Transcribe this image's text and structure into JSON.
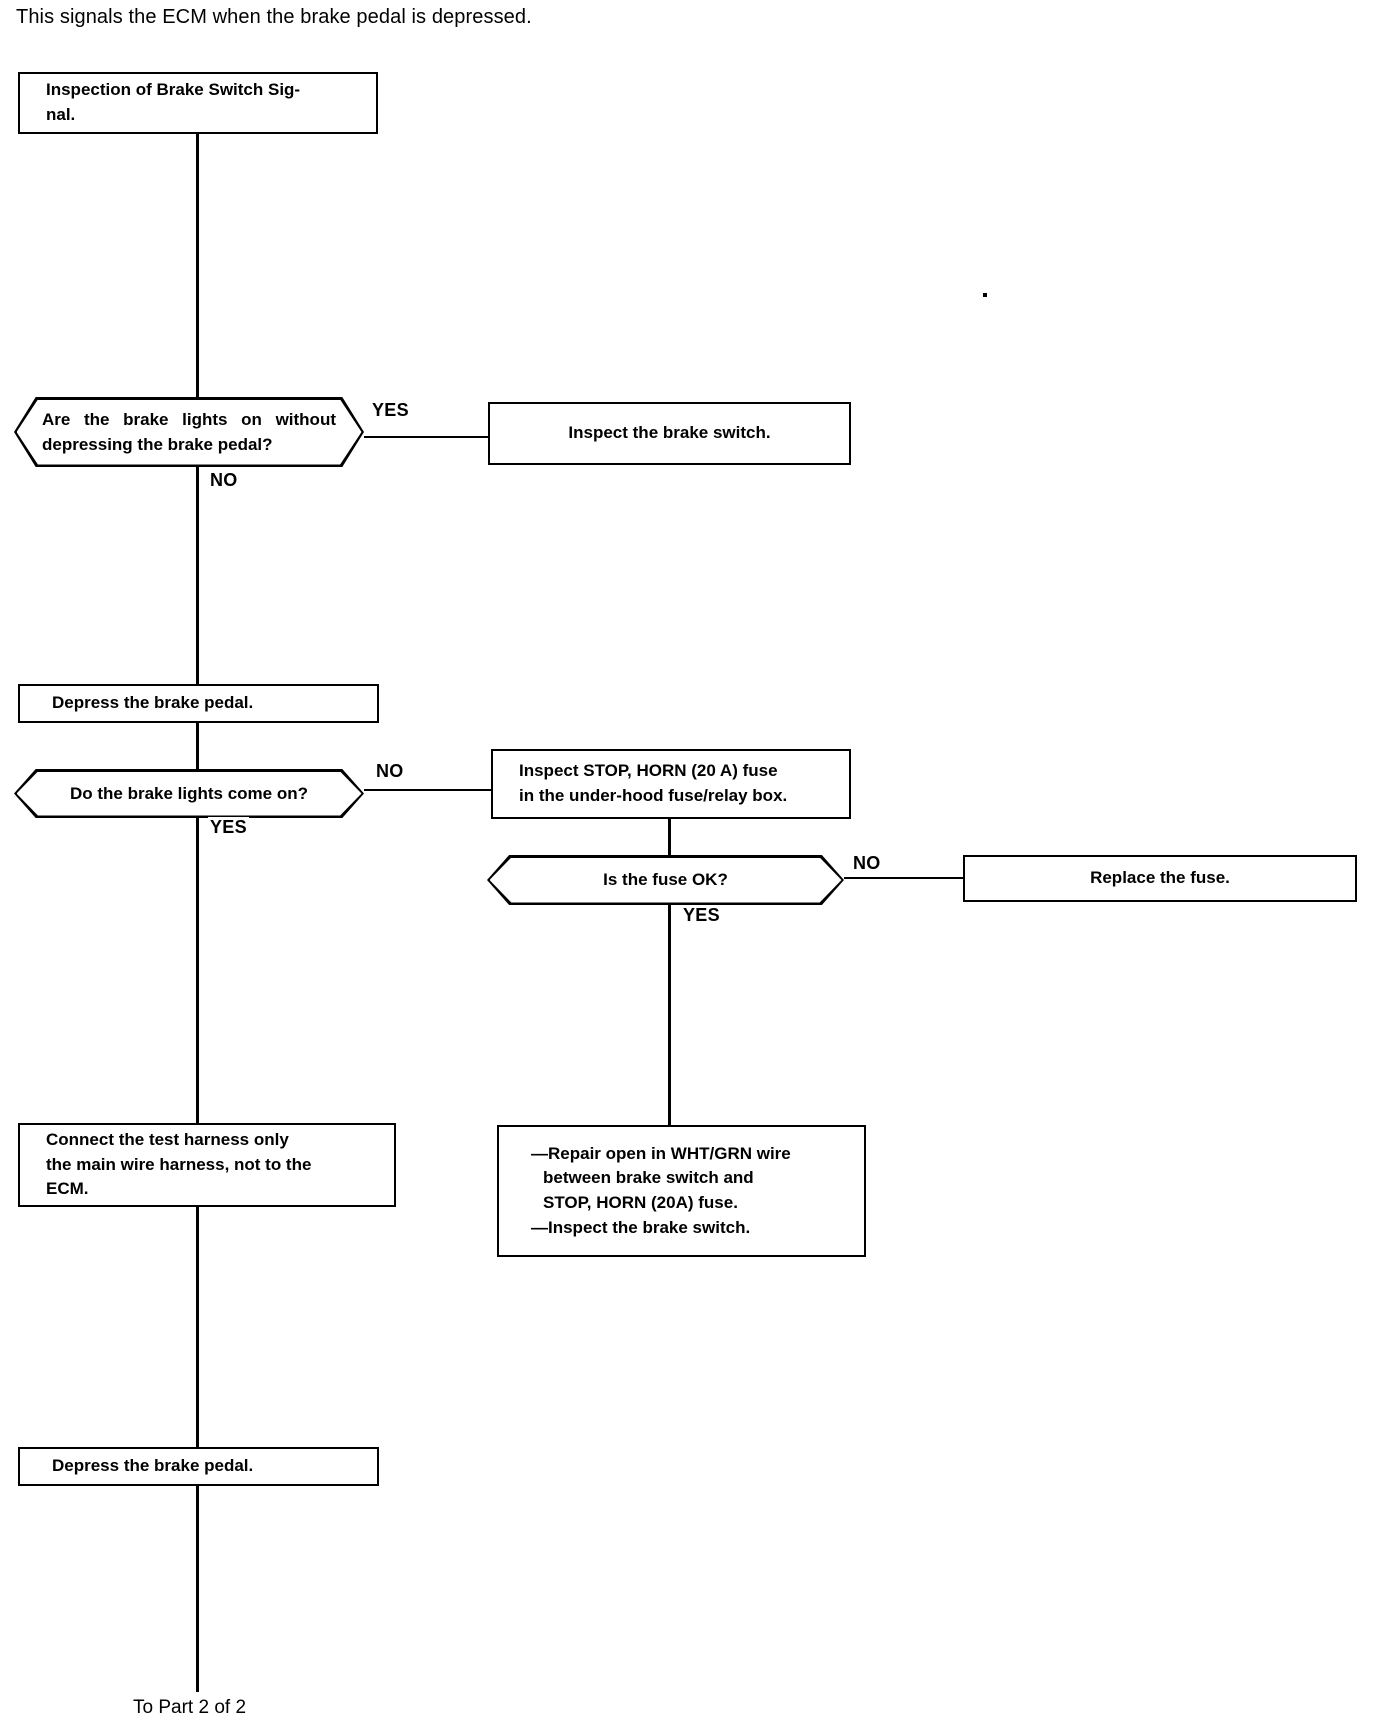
{
  "page": {
    "intro": "This signals the ECM when the brake pedal is depressed.",
    "footer": "To Part 2 of 2"
  },
  "chart_data": {
    "type": "diagram",
    "title": "Inspection of Brake Switch Signal — Troubleshooting Flowchart (Part 1 of 2)",
    "nodes": [
      {
        "id": "start",
        "shape": "box",
        "text": "Inspection of Brake Switch Sig-\nnal."
      },
      {
        "id": "q-lights-on",
        "shape": "hexagon",
        "text": "Are the brake lights on without depressing the brake pedal?"
      },
      {
        "id": "inspect-switch",
        "shape": "box",
        "text": "Inspect the brake switch."
      },
      {
        "id": "depress-1",
        "shape": "box",
        "text": "Depress the brake pedal."
      },
      {
        "id": "q-lights-come-on",
        "shape": "hexagon",
        "text": "Do the brake lights come on?"
      },
      {
        "id": "inspect-fuse",
        "shape": "box",
        "text": "Inspect STOP, HORN (20 A) fuse in the under-hood fuse/relay box."
      },
      {
        "id": "q-fuse-ok",
        "shape": "hexagon",
        "text": "Is the fuse OK?"
      },
      {
        "id": "replace-fuse",
        "shape": "box",
        "text": "Replace the fuse."
      },
      {
        "id": "connect-harness",
        "shape": "box",
        "text": "Connect the test harness only the main wire harness, not to the ECM."
      },
      {
        "id": "repair-open",
        "shape": "box",
        "text": "—Repair open in WHT/GRN wire between brake switch and STOP, HORN (20A) fuse.\n—Inspect the brake switch."
      },
      {
        "id": "depress-2",
        "shape": "box",
        "text": "Depress the brake pedal."
      }
    ],
    "edges": [
      {
        "from": "start",
        "to": "q-lights-on",
        "label": ""
      },
      {
        "from": "q-lights-on",
        "to": "inspect-switch",
        "label": "YES"
      },
      {
        "from": "q-lights-on",
        "to": "depress-1",
        "label": "NO"
      },
      {
        "from": "depress-1",
        "to": "q-lights-come-on",
        "label": ""
      },
      {
        "from": "q-lights-come-on",
        "to": "inspect-fuse",
        "label": "NO"
      },
      {
        "from": "q-lights-come-on",
        "to": "connect-harness",
        "label": "YES"
      },
      {
        "from": "inspect-fuse",
        "to": "q-fuse-ok",
        "label": ""
      },
      {
        "from": "q-fuse-ok",
        "to": "replace-fuse",
        "label": "NO"
      },
      {
        "from": "q-fuse-ok",
        "to": "repair-open",
        "label": "YES"
      },
      {
        "from": "connect-harness",
        "to": "depress-2",
        "label": ""
      },
      {
        "from": "depress-2",
        "to": "To Part 2 of 2",
        "label": ""
      }
    ]
  },
  "nodes": {
    "start": {
      "line1": "Inspection of Brake Switch Sig-",
      "line2": "nal."
    },
    "q_lights_on": {
      "text": "Are the brake lights on without depressing the brake pedal?"
    },
    "inspect_switch": {
      "text": "Inspect the brake switch."
    },
    "depress_1": {
      "text": "Depress the brake pedal."
    },
    "q_lights_come_on": {
      "text": "Do the brake lights come on?"
    },
    "inspect_fuse": {
      "line1": "Inspect STOP, HORN (20 A) fuse",
      "line2": "in the under-hood fuse/relay box."
    },
    "q_fuse_ok": {
      "text": "Is the fuse OK?"
    },
    "replace_fuse": {
      "text": "Replace the fuse."
    },
    "connect_harness": {
      "line1": "Connect the test harness only",
      "line2": "the main wire harness, not to the",
      "line3": "ECM."
    },
    "repair_open": {
      "line1": "—Repair open in WHT/GRN wire",
      "line2": "between brake switch and",
      "line3": "STOP, HORN (20A) fuse.",
      "line4": "—Inspect the brake switch."
    },
    "depress_2": {
      "text": "Depress the brake pedal."
    }
  },
  "labels": {
    "yes_1": "YES",
    "no_1": "NO",
    "no_2": "NO",
    "yes_2": "YES",
    "no_3": "NO",
    "yes_3": "YES"
  }
}
